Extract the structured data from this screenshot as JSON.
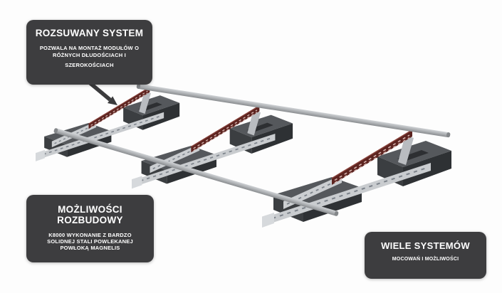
{
  "meta": {
    "description": "Annotated 3D product render of K8000 ballast photovoltaic mounting system with three callout labels"
  },
  "colors": {
    "background": "#fdfdfd",
    "callout_bg": "#3d3d3f",
    "callout_text": "#ffffff",
    "arrow": "#3b3b3d",
    "rail_red": "#5c2420",
    "rail_red_highlight": "#8a433c",
    "rail_red_slots": "#d8b5b0",
    "rail_silver": "#c9cccf",
    "rail_silver_incline": "#cbced1",
    "rail_silver_tip": "#d6d9dc",
    "rail_silver_perf": "#7c828a",
    "rail_gray_light": "#cfd2d5",
    "rail_gray_mid": "#b2b5b8",
    "rail_gray_dark": "#898c8f",
    "rail_gray_cap": "#84878a",
    "ballast_top": "#55585c",
    "ballast_front": "#3b3e41",
    "ballast_side": "#2e3134",
    "ballast_recess": "#2d2f32",
    "strut": "#b9bcc0"
  },
  "callouts": {
    "expandable_system": {
      "title": "ROZSUWANY SYSTEM",
      "body_line1": "POZWALA NA MONTAŻ MODUŁÓW O",
      "body_line2": "RÓŻNYCH DŁUDOŚCIACH I",
      "body_line3": "SZEROKOŚCIACH"
    },
    "expansion_possibilities": {
      "title_line1": "MOŻLIWOŚCI",
      "title_line2": "ROZBUDOWY",
      "body_line1": "K8000 WYKONANIE Z BARDZO",
      "body_line2": "SOLIDNEJ STALI POWLEKANEJ",
      "body_line3": "POWŁOKĄ MAGNELIS"
    },
    "many_systems": {
      "title": "WIELE SYSTEMÓW",
      "body": "MOCOWAŃ I MOŻLIWOŚCI"
    }
  }
}
